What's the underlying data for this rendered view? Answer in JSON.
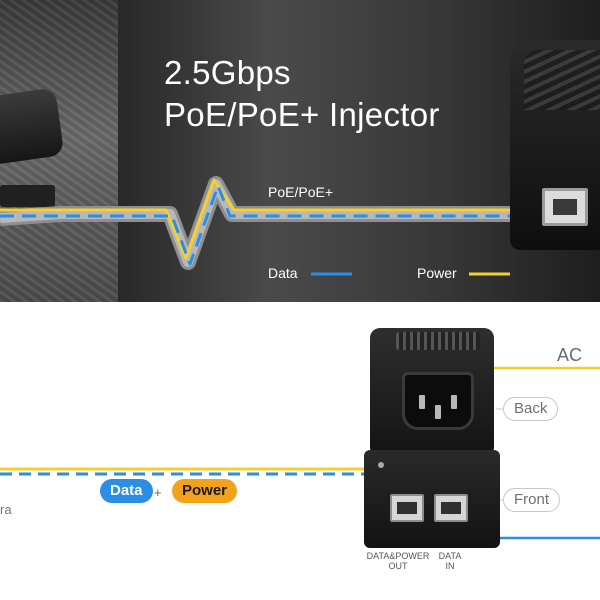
{
  "banner": {
    "title_line1": "2.5Gbps",
    "title_line2": "PoE/PoE+ Injector",
    "cable_label": "PoE/PoE+",
    "legend_data": "Data",
    "legend_power": "Power"
  },
  "diagram": {
    "ac_label": "AC",
    "back_label": "Back",
    "front_label": "Front",
    "pill_data": "Data",
    "pill_plus": "+",
    "pill_power": "Power",
    "port_out_line1": "DATA&POWER",
    "port_out_line2": "OUT",
    "port_in_line1": "DATA",
    "port_in_line2": "IN",
    "left_cut_text": "ra"
  },
  "colors": {
    "data_blue": "#2a8ee6",
    "power_yellow": "#f5cf2a",
    "power_pill": "#f2a21b"
  }
}
